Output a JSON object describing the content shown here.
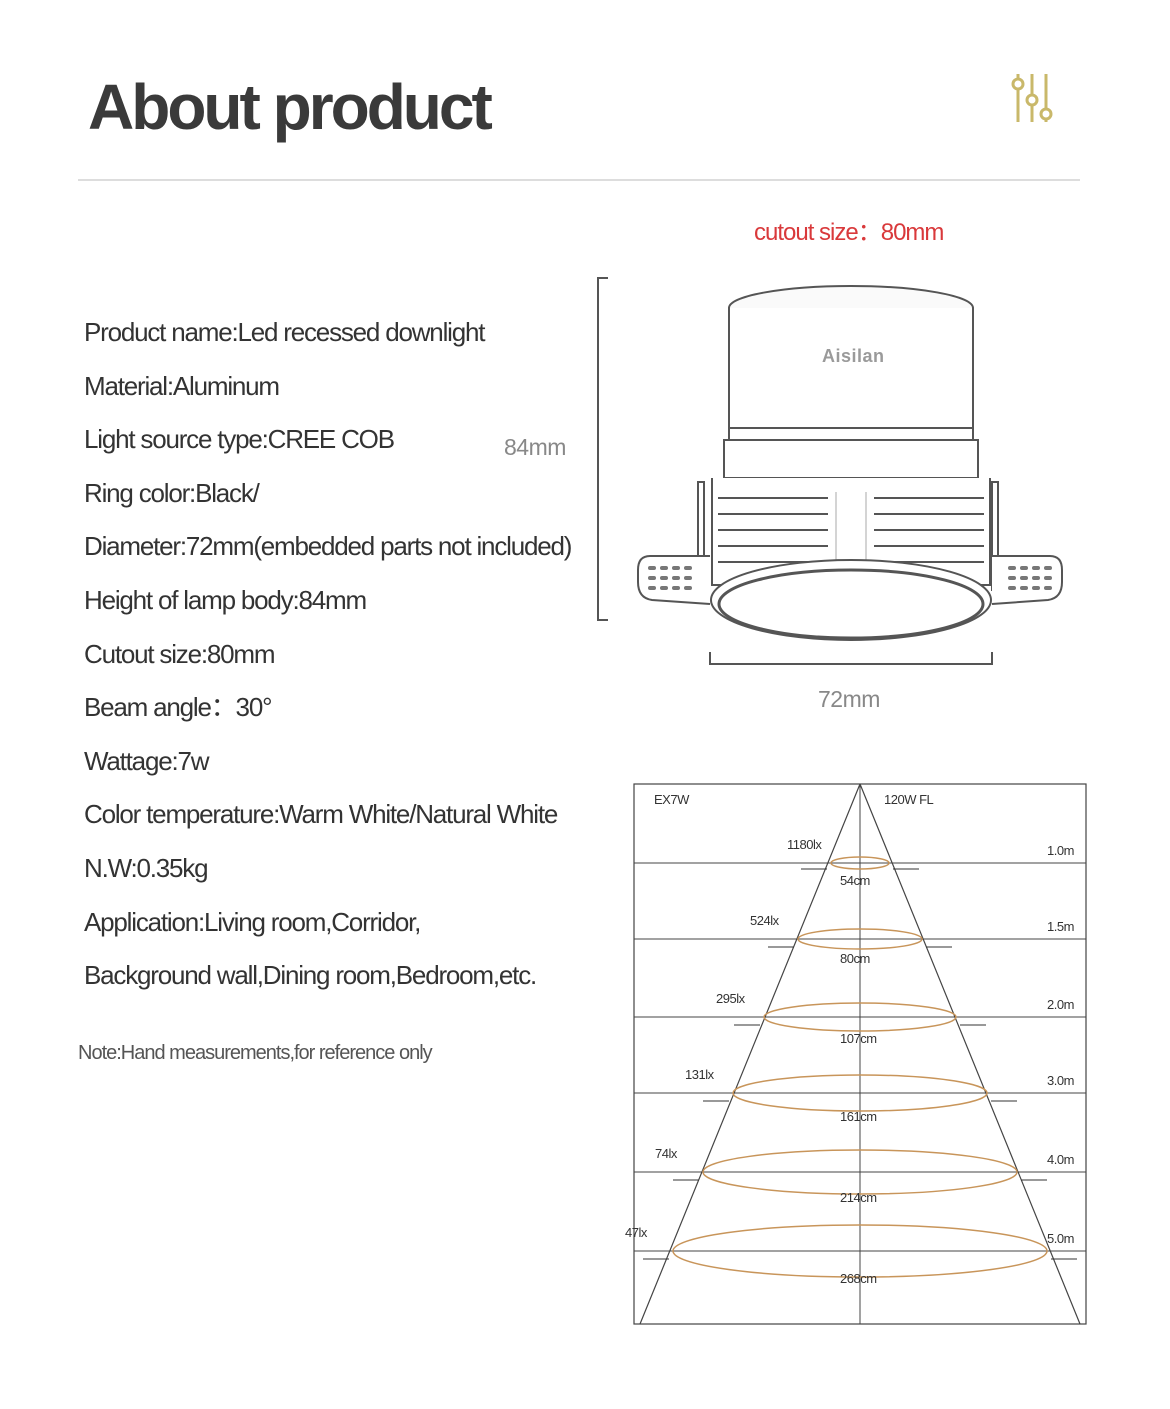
{
  "header": {
    "title": "About product",
    "icon": "sliders-icon",
    "icon_color": "#c9b86a"
  },
  "specs": [
    "Product name:Led recessed downlight",
    "Material:Aluminum",
    "Light source type:CREE COB",
    "Ring color:Black/",
    "Diameter:72mm(embedded parts not included)",
    "Height of lamp body:84mm",
    "Cutout size:80mm",
    "Beam angle：30°",
    "Wattage:7w",
    "Color temperature:Warm White/Natural White",
    "N.W:0.35kg",
    "Application:Living room,Corridor,",
    "Background wall,Dining room,Bedroom,etc."
  ],
  "note": "Note:Hand measurements,for reference only",
  "product_diagram": {
    "cutout_label": "cutout size：80mm",
    "cutout_label_color": "#d9393b",
    "height_label": "84mm",
    "width_label": "72mm",
    "brand": "Aisilan"
  },
  "beam_chart": {
    "model": "EX7W",
    "reference": "120W  FL",
    "rows": [
      {
        "distance": "1.0m",
        "lux": "1180lx",
        "diameter": "54cm"
      },
      {
        "distance": "1.5m",
        "lux": "524lx",
        "diameter": "80cm"
      },
      {
        "distance": "2.0m",
        "lux": "295lx",
        "diameter": "107cm"
      },
      {
        "distance": "3.0m",
        "lux": "131lx",
        "diameter": "161cm"
      },
      {
        "distance": "4.0m",
        "lux": "74lx",
        "diameter": "214cm"
      },
      {
        "distance": "5.0m",
        "lux": "47lx",
        "diameter": "268cm"
      }
    ],
    "ellipse_color": "#c8955a"
  }
}
